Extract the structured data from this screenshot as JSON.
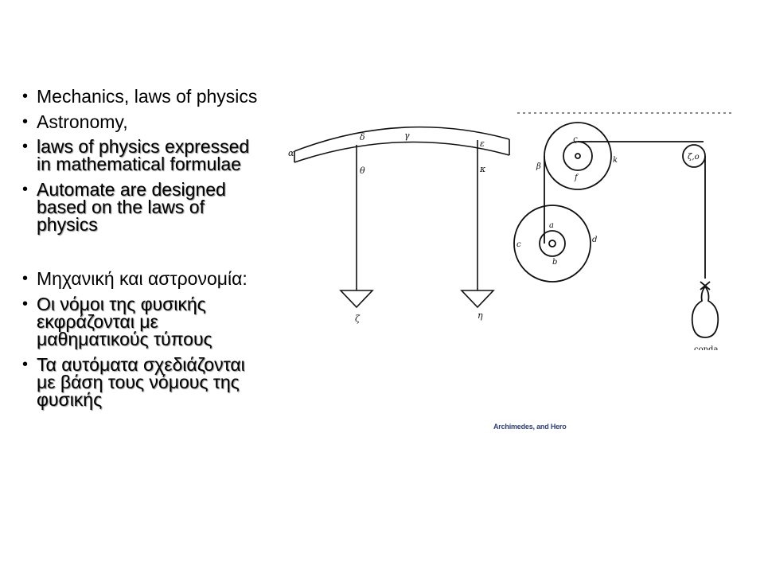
{
  "bullets": [
    {
      "text": "Mechanics, laws of physics"
    },
    {
      "text": "Astronomy,"
    },
    {
      "text": "laws of physics expressed\nin mathematical formulae"
    },
    {
      "text": "Automate are designed\nbased on the laws of\nphysics"
    },
    {
      "text": "Μηχανική και αστρονομία:"
    },
    {
      "text": "Οι νόμοι της φυσικής\nεκφράζονται με\nμαθηματικούς τύπους"
    },
    {
      "text": "Τα αυτόματα σχεδιάζονται\nμε βάση τους νόμους της\nφυσικής"
    }
  ],
  "bullet_marker": "•",
  "figure": {
    "lever_labels": {
      "a": "α",
      "d": "δ",
      "g": "γ",
      "e": "ε",
      "th": "θ",
      "k": "κ",
      "z": "ζ",
      "h": "η"
    },
    "pulley_labels": {
      "b": "β",
      "s": "ς",
      "f": "f",
      "k2": "k",
      "zo": "ζ,ο",
      "a": "a",
      "c": "c",
      "d": "d",
      "b2": "b",
      "conda": "conda"
    }
  },
  "caption": "Archimedes,  and Hero"
}
